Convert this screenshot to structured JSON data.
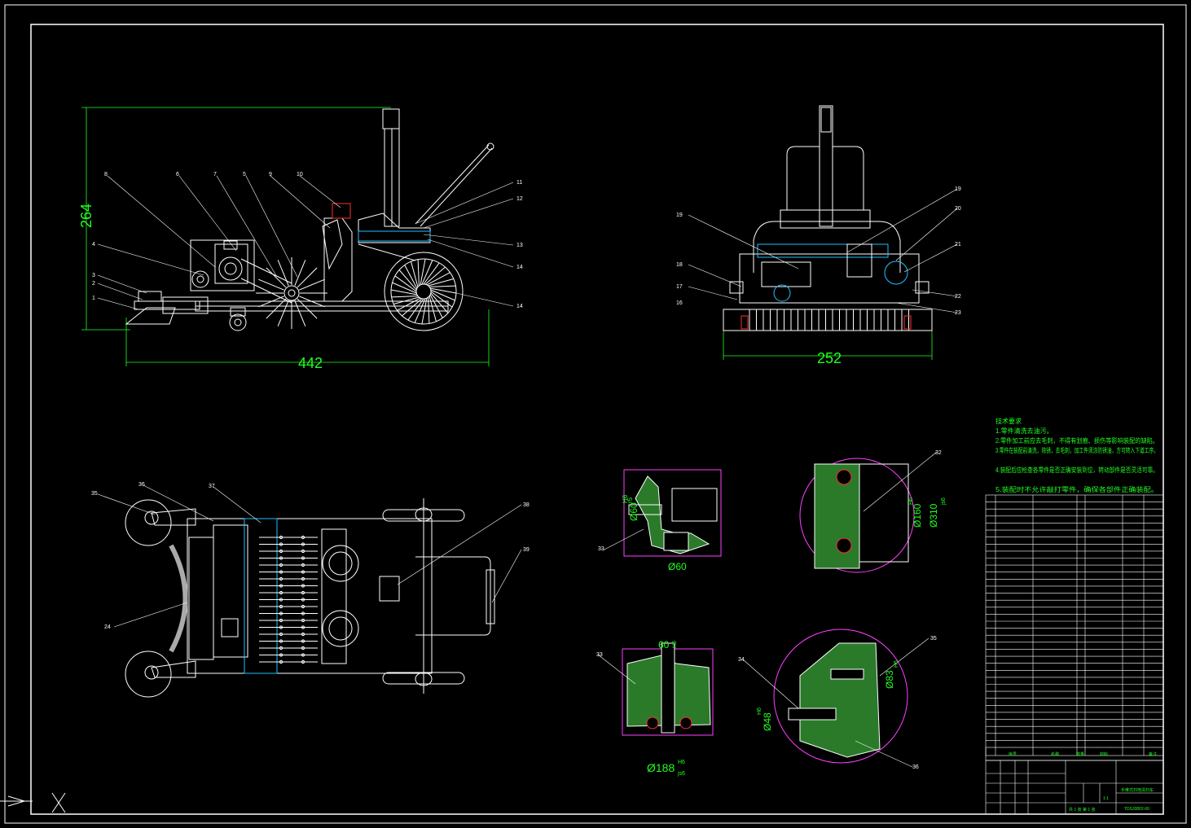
{
  "dimensions": {
    "side_height": "264",
    "side_width": "442",
    "front_width": "252"
  },
  "detail_dims": {
    "a_bore": "Ø60",
    "a_fit_top": "H6",
    "a_fit_bot": "r5",
    "a_hub": "Ø60",
    "b_d1": "Ø160",
    "b_d2": "Ø310",
    "b_fit1": "H6",
    "b_fit2": "js6",
    "c_bore": "60",
    "c_fit": "H6",
    "c_od": "Ø188",
    "c_od_fit1": "H6",
    "c_od_fit2": "js6",
    "d_bore": "Ø48",
    "d_fit": "H6",
    "d_od": "Ø83",
    "d_od_fit": "H6"
  },
  "balloons": {
    "side": [
      "8",
      "6",
      "7",
      "5",
      "9",
      "10",
      "11",
      "12",
      "4",
      "3",
      "2",
      "1",
      "13",
      "14",
      "14"
    ],
    "front": [
      "19",
      "18",
      "17",
      "16",
      "19",
      "20",
      "21",
      "22",
      "23"
    ],
    "top": [
      "35",
      "36",
      "37",
      "24",
      "38",
      "39"
    ],
    "details": [
      "32",
      "33",
      "34",
      "35",
      "36",
      "33"
    ]
  },
  "tech_notes": [
    "技术要求",
    "1.零件清洗去油污。",
    "2.零件加工前应去毛刺，不得有划痕、损伤等影响装配的缺陷。",
    "3.零件在装配前清洗，除锈，去毛刺，加工件须涂防锈油，方可转入下道工序。",
    "4.装配后应检查各零件是否正确安装到位，转动部件是否灵活可靠。",
    "5.装配时不允许敲打零件，确保各部件正确装配。"
  ],
  "title_block": {
    "name": "手推式扫地清扫车",
    "drawing_no": "TDSJ0802-00",
    "scale": "1:1",
    "sheet": "共 1 张 第 1 张",
    "hdr_seq": "序号",
    "hdr_name": "名称",
    "hdr_qty": "数量",
    "hdr_mat": "材料",
    "hdr_note": "备注"
  },
  "parts_rows": 36
}
